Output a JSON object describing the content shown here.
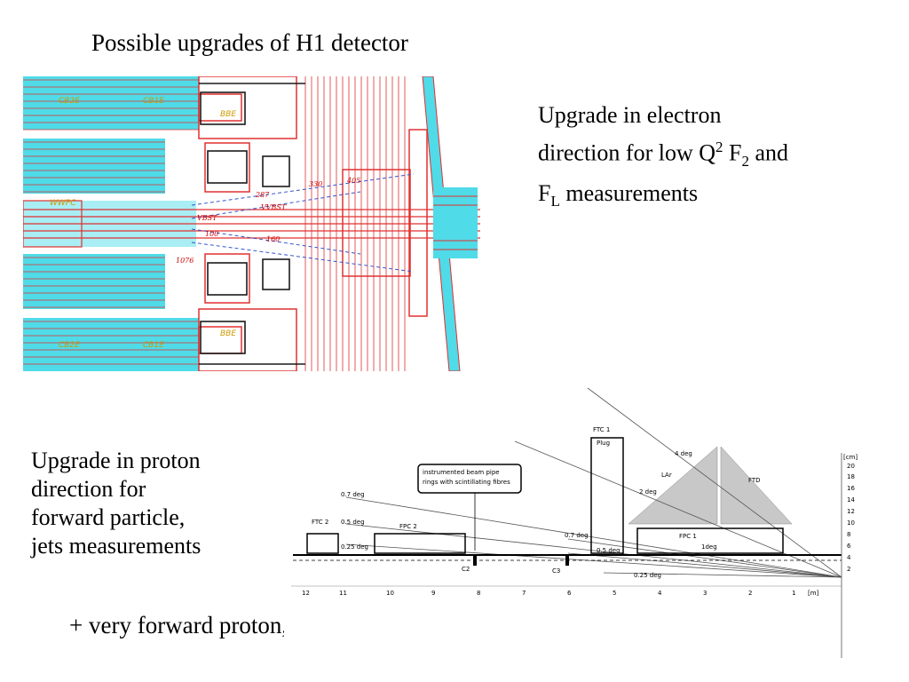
{
  "slide": {
    "title": "Possible upgrades of H1 detector",
    "electron_text": {
      "line1": "Upgrade in electron",
      "line2_pre": "direction for low Q",
      "line2_sup": "2",
      "line2_mid": " F",
      "line2_sub": "2",
      "line2_post": " and",
      "line3_pre": "F",
      "line3_sub": "L",
      "line3_post": " measurements"
    },
    "proton_text": {
      "line1": "Upgrade in proton",
      "line2": "direction for",
      "line3": "forward particle,",
      "line4": "jets measurements"
    },
    "footer": "+ very forward proton, neutron detectors"
  },
  "detector_diagram": {
    "yellow_labels": [
      "CB2E",
      "CB1E",
      "CB2E",
      "CB1E",
      "WWPC",
      "BBE",
      "BBE"
    ],
    "red_labels": [
      "VVBST",
      "VBST",
      "287",
      "100",
      "160",
      "405",
      "330",
      "1076"
    ],
    "colors": {
      "cyan": "#33d6e6",
      "red": "#e03030",
      "blue": "#3355cc",
      "yellow": "#e0b000"
    }
  },
  "forward_diagram": {
    "detectors": [
      "FTC 1",
      "Plug",
      "LAr",
      "FTD",
      "FPC 1",
      "FPC 2",
      "FTC 2"
    ],
    "callout": [
      "instrumented beam pipe",
      "rings with scintillating fibres"
    ],
    "angles": [
      "4 deg",
      "2 deg",
      "0.7 deg",
      "0.5 deg",
      "0.25 deg",
      "0.7 deg",
      "0.5 deg",
      "0.25 deg",
      "1deg"
    ],
    "markers": [
      "C2",
      "C3"
    ],
    "axis_ticks": [
      "12",
      "11",
      "10",
      "9",
      "8",
      "7",
      "6",
      "5",
      "4",
      "3",
      "2",
      "1",
      "[m]"
    ],
    "right_axis": [
      "[cm]",
      "20",
      "18",
      "16",
      "14",
      "12",
      "10",
      "8",
      "6",
      "4",
      "2"
    ]
  }
}
